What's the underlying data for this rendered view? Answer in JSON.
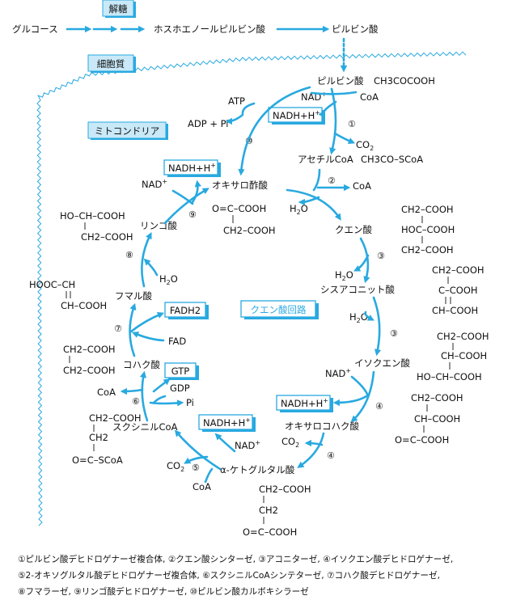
{
  "header": {
    "glycolysis_box": "解糖",
    "glucose": "グルコース",
    "pep": "ホスホエノールピルビン酸",
    "pyruvate": "ピルビン酸"
  },
  "regions": {
    "cytoplasm": "細胞質",
    "mitochondria": "ミトコンドリア"
  },
  "cycle_title": "クエン酸回路",
  "compounds": {
    "pyruvate": "ピルビン酸",
    "pyruvate_formula": "CH3COCOOH",
    "acetyl_coa": "アセチルCoA",
    "acetyl_coa_formula": "CH3CO–SCoA",
    "oxaloacetate": "オキサロ酢酸",
    "citrate": "クエン酸",
    "cis_aconitate": "シスアコニット酸",
    "isocitrate": "イソクエン酸",
    "oxalosuccinate": "オキサロコハク酸",
    "alpha_kg": "α-ケトグルタル酸",
    "succinyl_coa": "スクシニルCoA",
    "succinate": "コハク酸",
    "fumarate": "フマル酸",
    "malate": "リンゴ酸"
  },
  "cofactors": {
    "atp": "ATP",
    "adp_pi": "ADP + Pi",
    "nad": "NAD",
    "nadh": "NADH+H",
    "plus": "+",
    "coa": "CoA",
    "co2": "CO",
    "two": "2",
    "h2o": "H",
    "o": "O",
    "fadh2": "FADH2",
    "fad": "FAD",
    "gtp": "GTP",
    "gdp": "GDP",
    "pi": "Pi"
  },
  "step_numbers": [
    "①",
    "②",
    "③",
    "④",
    "⑤",
    "⑥",
    "⑦",
    "⑧",
    "⑨",
    "⑩"
  ],
  "structures": {
    "citrate": [
      "CH2–COOH",
      "HOC–COOH",
      "CH2–COOH"
    ],
    "cis_aconitate": [
      "CH2–COOH",
      "C–COOH",
      "CH–COOH"
    ],
    "isocitrate": [
      "CH2–COOH",
      "CH–COOH",
      "HO–CH–COOH"
    ],
    "oxalosuccinate": [
      "CH2–COOH",
      "CH–COOH",
      "O=C–COOH"
    ],
    "alpha_kg": [
      "CH2–COOH",
      "CH2",
      "O=C–COOH"
    ],
    "succinyl_coa": [
      "CH2–COOH",
      "CH2",
      "O=C–SCoA"
    ],
    "succinate": [
      "CH2–COOH",
      "CH2–COOH"
    ],
    "fumarate": [
      "HOOC–CH",
      "CH–COOH"
    ],
    "malate": [
      "HO–CH–COOH",
      "CH2–COOH"
    ],
    "oxaloacetate": [
      "O=C–COOH",
      "CH2–COOH"
    ]
  },
  "footnote": {
    "line1": "①ピルビン酸デヒドロゲナーゼ複合体, ②クエン酸シンターゼ, ③アコニターゼ, ④イソクエン酸デヒドロゲナーゼ,",
    "line2": "⑤2-オキソグルタル酸デヒドロゲナーゼ複合体, ⑥スクシニルCoAシンテターゼ, ⑦コハク酸デヒドロゲナーゼ,",
    "line3": "⑧フマラーゼ, ⑨リンゴ酸デヒドロゲナーゼ, ⑩ピルビン酸カルボキシラーゼ"
  },
  "colors": {
    "accent": "#29a9e0",
    "box_fill": "#c9e9f8"
  }
}
